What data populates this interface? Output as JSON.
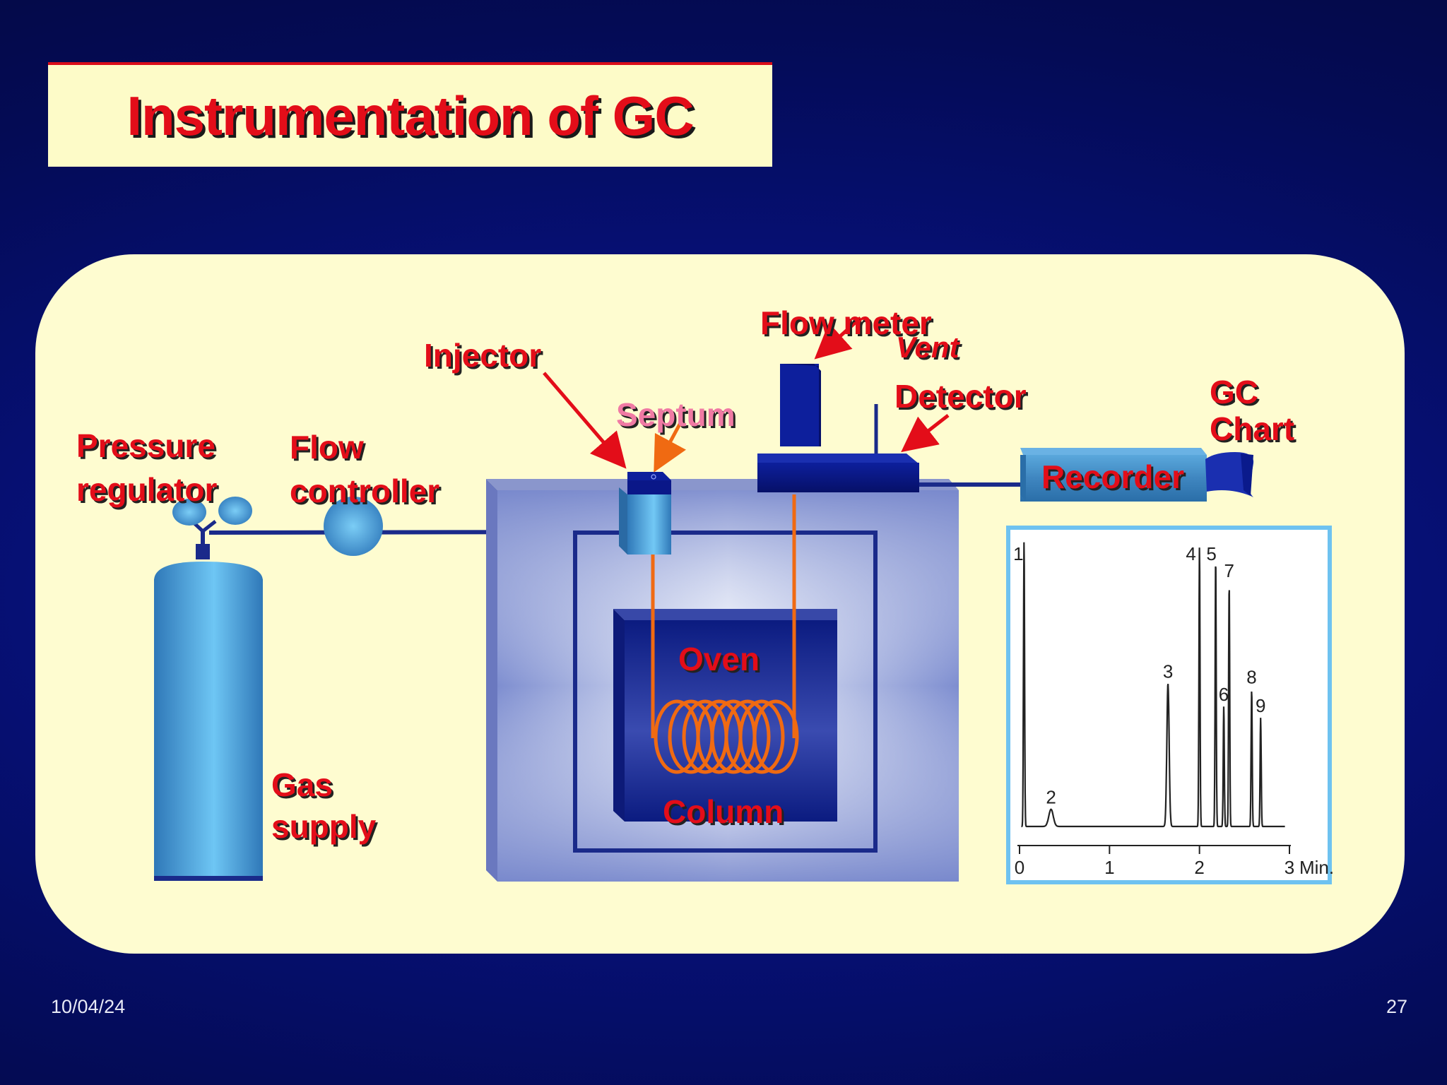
{
  "slide": {
    "title": "Instrumentation of GC",
    "date": "10/04/24",
    "page_number": "27"
  },
  "labels": {
    "pressure_regulator": "Pressure\nregulator",
    "flow_controller": "Flow\ncontroller",
    "injector": "Injector",
    "septum": "Septum",
    "flow_meter": "Flow meter",
    "vent": "Vent",
    "detector": "Detector",
    "gc_chart": "GC\nChart",
    "recorder": "Recorder",
    "oven": "Oven",
    "column": "Column",
    "gas_supply": "Gas\nsupply"
  },
  "chromatogram": {
    "x_ticks": [
      "0",
      "1",
      "2",
      "3"
    ],
    "x_unit": "Min.",
    "peaks": [
      {
        "label": "1",
        "time": 0.05,
        "height": 1.0
      },
      {
        "label": "2",
        "time": 0.35,
        "height": 0.06
      },
      {
        "label": "3",
        "time": 1.65,
        "height": 0.5
      },
      {
        "label": "4",
        "time": 2.0,
        "height": 0.98
      },
      {
        "label": "5",
        "time": 2.18,
        "height": 0.94
      },
      {
        "label": "6",
        "time": 2.27,
        "height": 0.42
      },
      {
        "label": "7",
        "time": 2.33,
        "height": 0.85
      },
      {
        "label": "8",
        "time": 2.58,
        "height": 0.48
      },
      {
        "label": "9",
        "time": 2.68,
        "height": 0.38
      }
    ]
  },
  "colors": {
    "label_red": "#e30d19",
    "septum_pink": "#f07aa4",
    "tube_orange": "#f06a12",
    "panel_cream": "#fefcd0",
    "dark_blue": "#0a1a8c"
  }
}
